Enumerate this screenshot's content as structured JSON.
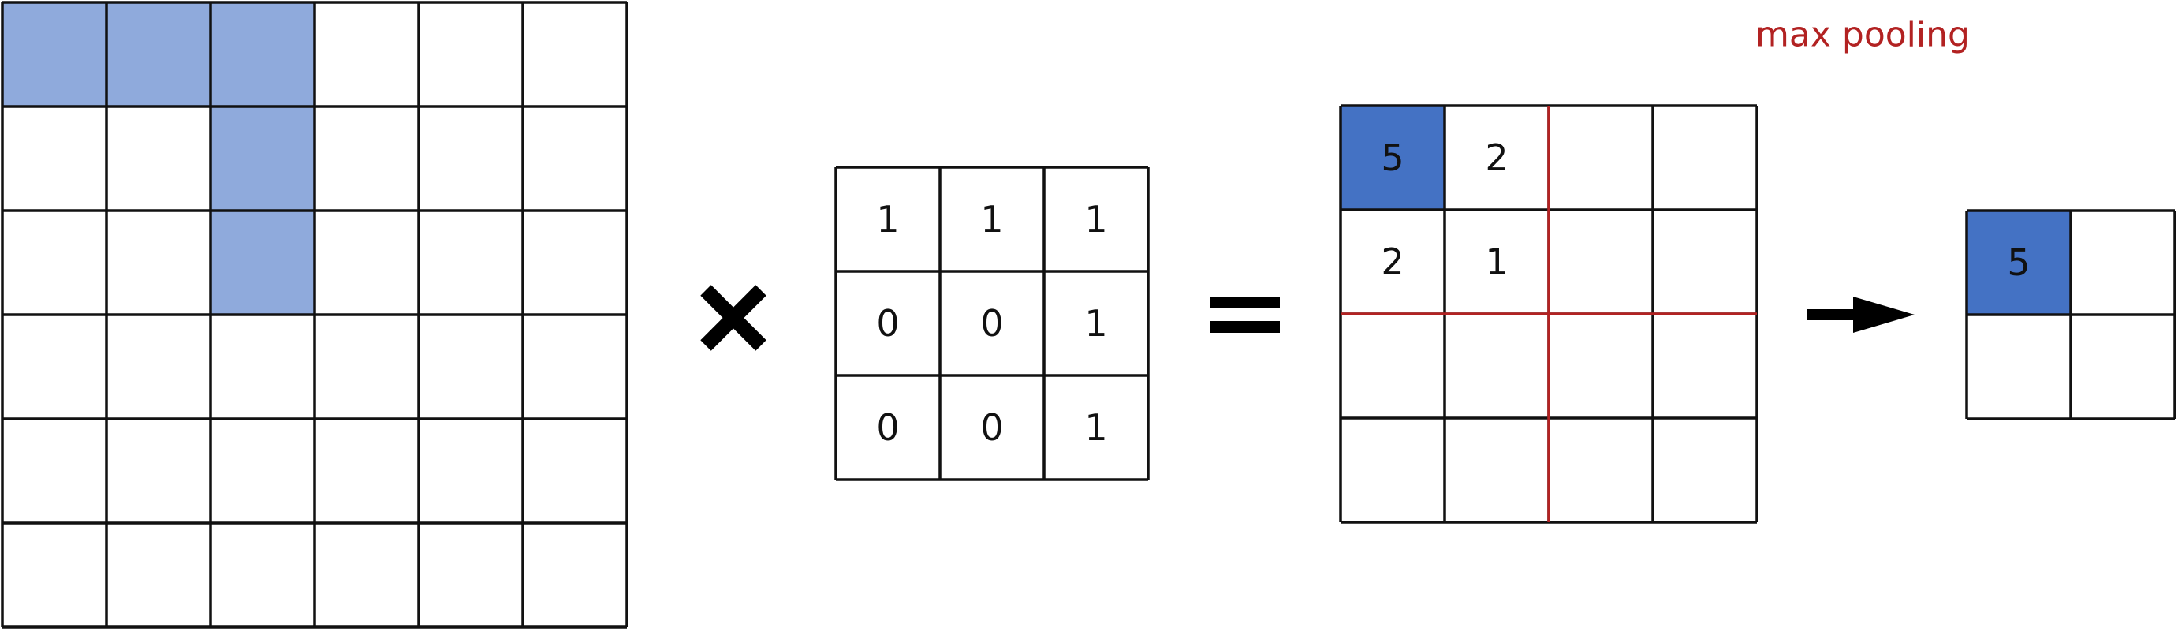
{
  "colors": {
    "input_highlight": "#8faadc",
    "output_highlight": "#4472c4",
    "pool_line": "#b22222",
    "border": "#111111",
    "symbol": "#000000"
  },
  "input_grid": {
    "rows": 6,
    "cols": 6,
    "highlighted": [
      [
        0,
        0
      ],
      [
        0,
        1
      ],
      [
        0,
        2
      ],
      [
        1,
        2
      ],
      [
        2,
        2
      ]
    ]
  },
  "operators": {
    "multiply_icon": "x-icon",
    "equals_icon": "equals-icon",
    "arrow_icon": "arrow-right-icon"
  },
  "kernel": {
    "values": [
      [
        "1",
        "1",
        "1"
      ],
      [
        "0",
        "0",
        "1"
      ],
      [
        "0",
        "0",
        "1"
      ]
    ]
  },
  "feature_map": {
    "rows": 4,
    "cols": 4,
    "values": [
      [
        "5",
        "2",
        "",
        ""
      ],
      [
        "2",
        "1",
        "",
        ""
      ],
      [
        "",
        "",
        "",
        ""
      ],
      [
        "",
        "",
        "",
        ""
      ]
    ],
    "highlighted": [
      [
        0,
        0
      ]
    ]
  },
  "pooling": {
    "label": "max pooling"
  },
  "pooled_output": {
    "rows": 2,
    "cols": 2,
    "values": [
      [
        "5",
        ""
      ],
      [
        "",
        ""
      ]
    ],
    "highlighted": [
      [
        0,
        0
      ]
    ]
  }
}
